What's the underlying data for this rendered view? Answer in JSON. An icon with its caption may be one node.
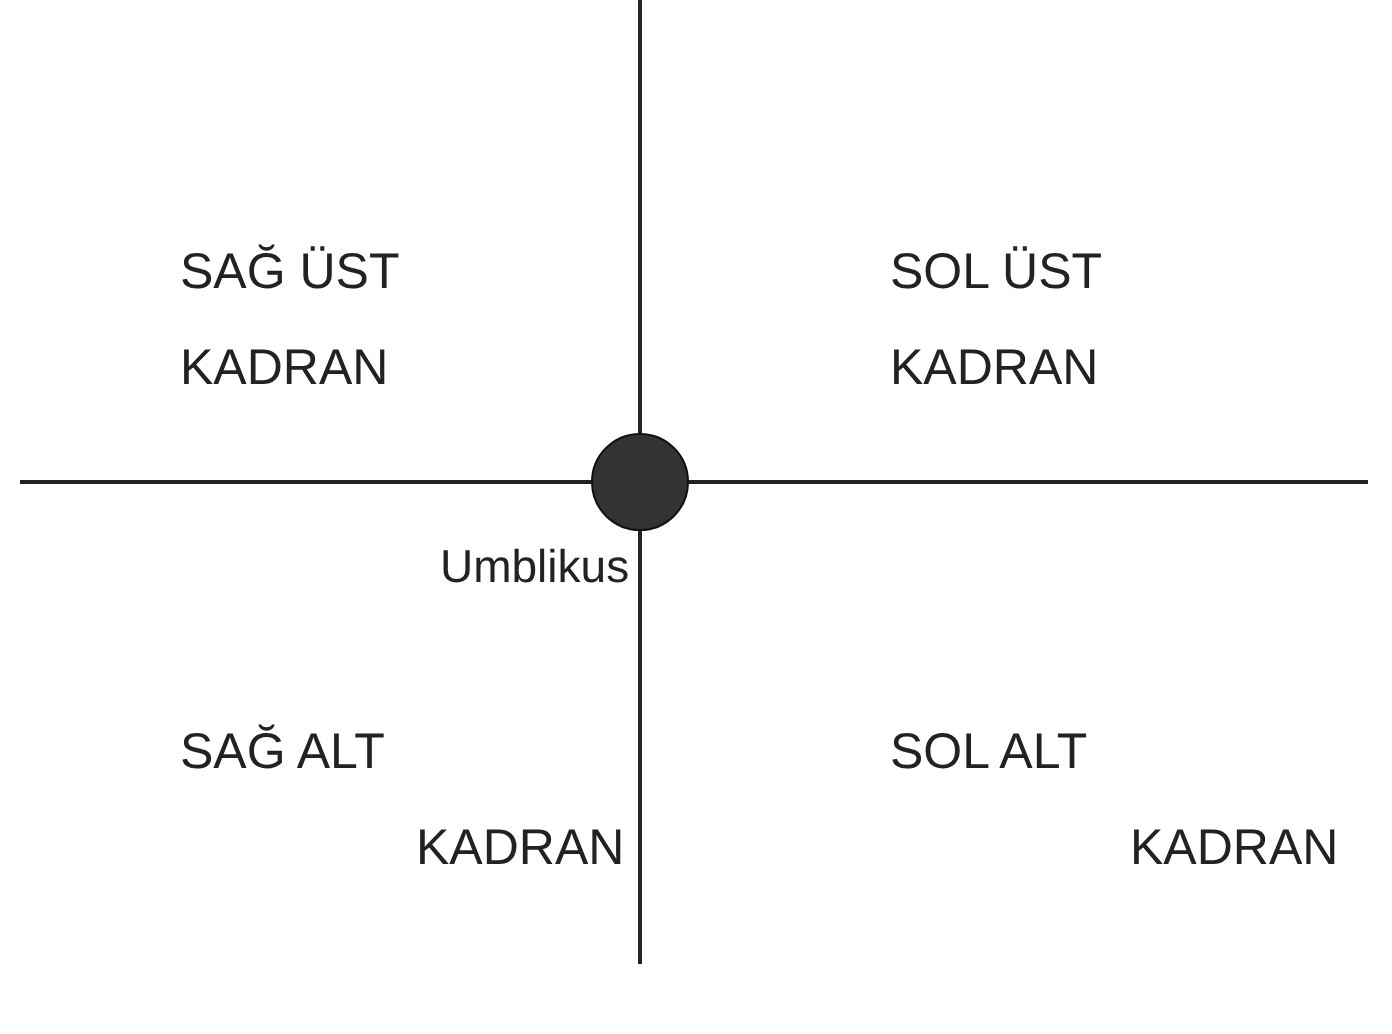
{
  "diagram": {
    "nodes": [
      {
        "text": [],
        "shape": "circle",
        "beside": [
          "Umblikus"
        ]
      }
    ],
    "labels": [
      "SAĞ ÜST KADRAN",
      "SOL ÜST KADRAN",
      "SAĞ ALT KADRAN",
      "SOL ALT KADRAN"
    ]
  }
}
